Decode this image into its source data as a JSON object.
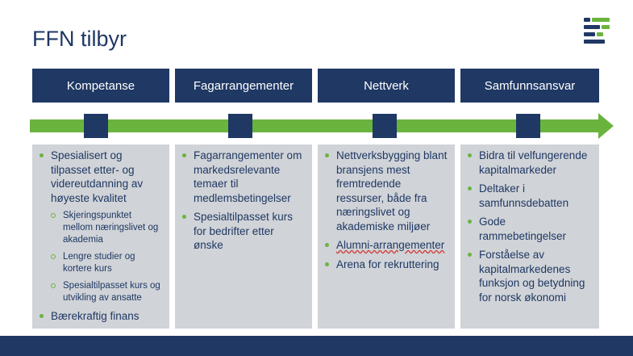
{
  "title": "FFN tilbyr",
  "colors": {
    "navy": "#1f3864",
    "green": "#6ab43e",
    "panel": "#d0d3d7"
  },
  "logo": {
    "name": "ffn-logo"
  },
  "columns": [
    {
      "header": "Kompetanse",
      "items": [
        {
          "level": 1,
          "text": "Spesialisert og tilpasset etter- og videreutdanning av høyeste kvalitet"
        },
        {
          "level": 2,
          "text": "Skjeringspunktet mellom næringslivet og akademia"
        },
        {
          "level": 2,
          "text": "Lengre studier og kortere kurs"
        },
        {
          "level": 2,
          "text": "Spesialtilpasset kurs og utvikling av ansatte"
        },
        {
          "level": 1,
          "text": "Bærekraftig finans"
        }
      ]
    },
    {
      "header": "Fagarrangementer",
      "items": [
        {
          "level": 1,
          "text": "Fagarrangementer om markedsrelevante temaer til medlemsbetingelser"
        },
        {
          "level": 1,
          "text": "Spesialtilpasset kurs for bedrifter etter ønske"
        }
      ]
    },
    {
      "header": "Nettverk",
      "items": [
        {
          "level": 1,
          "text": "Nettverksbygging blant bransjens mest fremtredende ressurser, både fra næringslivet og akademiske miljøer"
        },
        {
          "level": 1,
          "text": "Alumni-arrangementer"
        },
        {
          "level": 1,
          "text": "Arena for rekruttering"
        }
      ]
    },
    {
      "header": "Samfunnsansvar",
      "items": [
        {
          "level": 1,
          "text": "Bidra til velfungerende kapitalmarkeder"
        },
        {
          "level": 1,
          "text": "Deltaker i samfunnsdebatten"
        },
        {
          "level": 1,
          "text": "Gode rammebetingelser"
        },
        {
          "level": 1,
          "text": "Forståelse av kapitalmarkedenes funksjon og betydning for norsk økonomi"
        }
      ]
    }
  ]
}
